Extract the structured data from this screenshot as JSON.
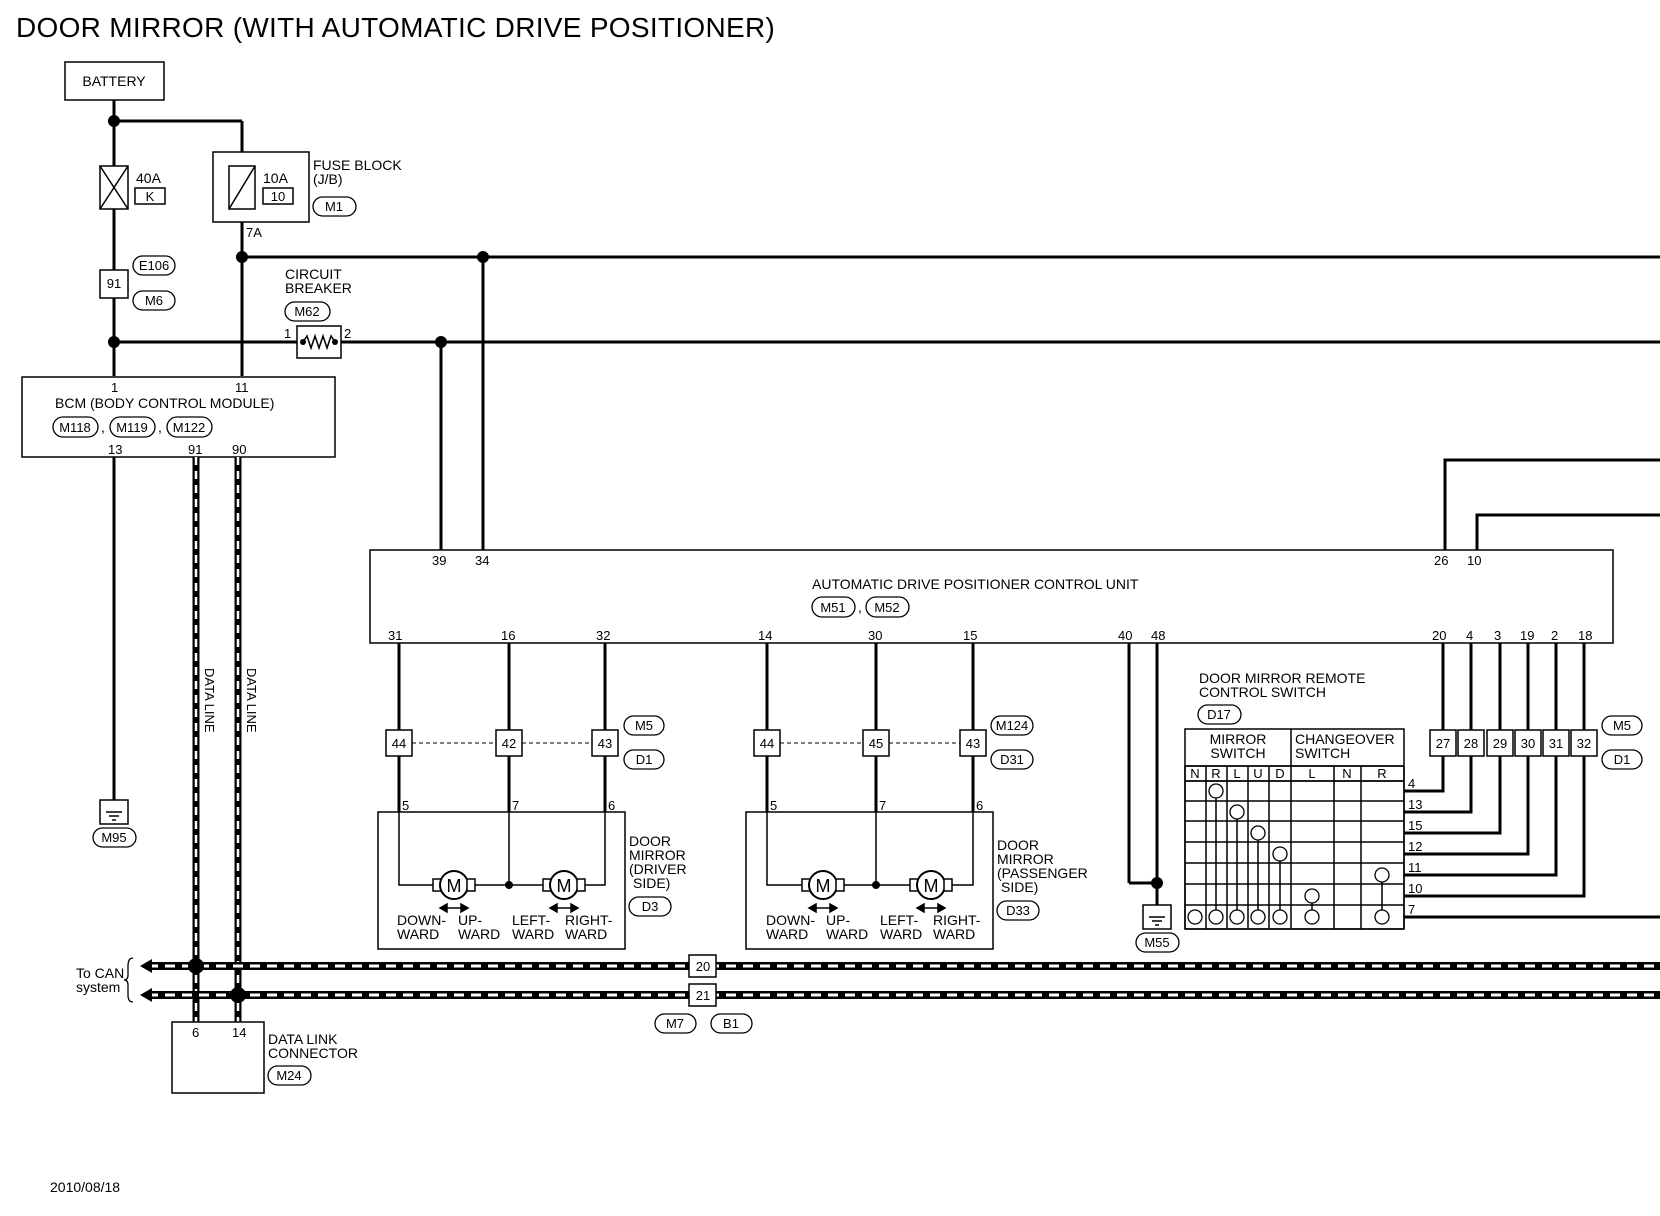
{
  "title": "DOOR MIRROR (WITH AUTOMATIC DRIVE POSITIONER)",
  "date": "2010/08/18",
  "battery": "BATTERY",
  "fuse_40a": {
    "rating": "40A",
    "code": "K"
  },
  "fuse_block": {
    "rating": "10A",
    "code": "10",
    "label1": "FUSE BLOCK",
    "label2": "(J/B)",
    "connector": "M1",
    "pin": "7A"
  },
  "inline_e106": {
    "pin": "91",
    "conn1": "E106",
    "conn2": "M6"
  },
  "circuit_breaker": {
    "label1": "CIRCUIT",
    "label2": "BREAKER",
    "connector": "M62",
    "pin1": "1",
    "pin2": "2"
  },
  "bcm": {
    "name": "BCM (BODY CONTROL MODULE)",
    "conn1": "M118",
    "conn2": "M119",
    "conn3": "M122",
    "sep": ",",
    "pin_top1": "1",
    "pin_top2": "11",
    "pin_bot1": "13",
    "pin_bot2": "91",
    "pin_bot3": "90"
  },
  "data_line": "DATA LINE",
  "ground_m95": "M95",
  "adp": {
    "name": "AUTOMATIC DRIVE POSITIONER CONTROL UNIT",
    "conn1": "M51",
    "conn2": "M52",
    "sep": ",",
    "top_pins": [
      "39",
      "34",
      "26",
      "10"
    ],
    "bottom_pins": [
      "31",
      "16",
      "32",
      "14",
      "30",
      "15",
      "40",
      "48",
      "20",
      "4",
      "3",
      "19",
      "2",
      "18"
    ]
  },
  "driver_joint": {
    "pins": [
      "44",
      "42",
      "43"
    ],
    "conn1": "M5",
    "conn2": "D1"
  },
  "passenger_joint": {
    "pins": [
      "44",
      "45",
      "43"
    ],
    "conn1": "M124",
    "conn2": "D31"
  },
  "driver_mirror": {
    "label": [
      "DOOR",
      "MIRROR",
      "(DRIVER",
      "SIDE)"
    ],
    "connector": "D3",
    "pins": [
      "5",
      "7",
      "6"
    ],
    "motor": "M",
    "dir1a": "DOWN-",
    "dir1b": "WARD",
    "dir2a": "UP-",
    "dir2b": "WARD",
    "dir3a": "LEFT-",
    "dir3b": "WARD",
    "dir4a": "RIGHT-",
    "dir4b": "WARD"
  },
  "passenger_mirror": {
    "label": [
      "DOOR",
      "MIRROR",
      "(PASSENGER",
      "SIDE)"
    ],
    "connector": "D33",
    "pins": [
      "5",
      "7",
      "6"
    ],
    "motor": "M",
    "dir1a": "DOWN-",
    "dir1b": "WARD",
    "dir2a": "UP-",
    "dir2b": "WARD",
    "dir3a": "LEFT-",
    "dir3b": "WARD",
    "dir4a": "RIGHT-",
    "dir4b": "WARD"
  },
  "ground_m55": "M55",
  "remote_switch": {
    "title1": "DOOR MIRROR REMOTE",
    "title2": "CONTROL SWITCH",
    "connector": "D17",
    "mirror_switch1": "MIRROR",
    "mirror_switch2": "SWITCH",
    "changeover1": "CHANGEOVER",
    "changeover2": "SWITCH",
    "cols": [
      "N",
      "R",
      "L",
      "U",
      "D",
      "L",
      "N",
      "R"
    ],
    "pins": [
      "4",
      "13",
      "15",
      "12",
      "11",
      "10",
      "7"
    ]
  },
  "remote_joint": {
    "pins": [
      "27",
      "28",
      "29",
      "30",
      "31",
      "32"
    ],
    "conn1": "M5",
    "conn2": "D1"
  },
  "can": {
    "label1": "To CAN",
    "label2": "system",
    "pin1": "20",
    "pin2": "21",
    "conn1": "M7",
    "conn2": "B1"
  },
  "dlc": {
    "label1": "DATA LINK",
    "label2": "CONNECTOR",
    "connector": "M24",
    "pin1": "6",
    "pin2": "14"
  }
}
